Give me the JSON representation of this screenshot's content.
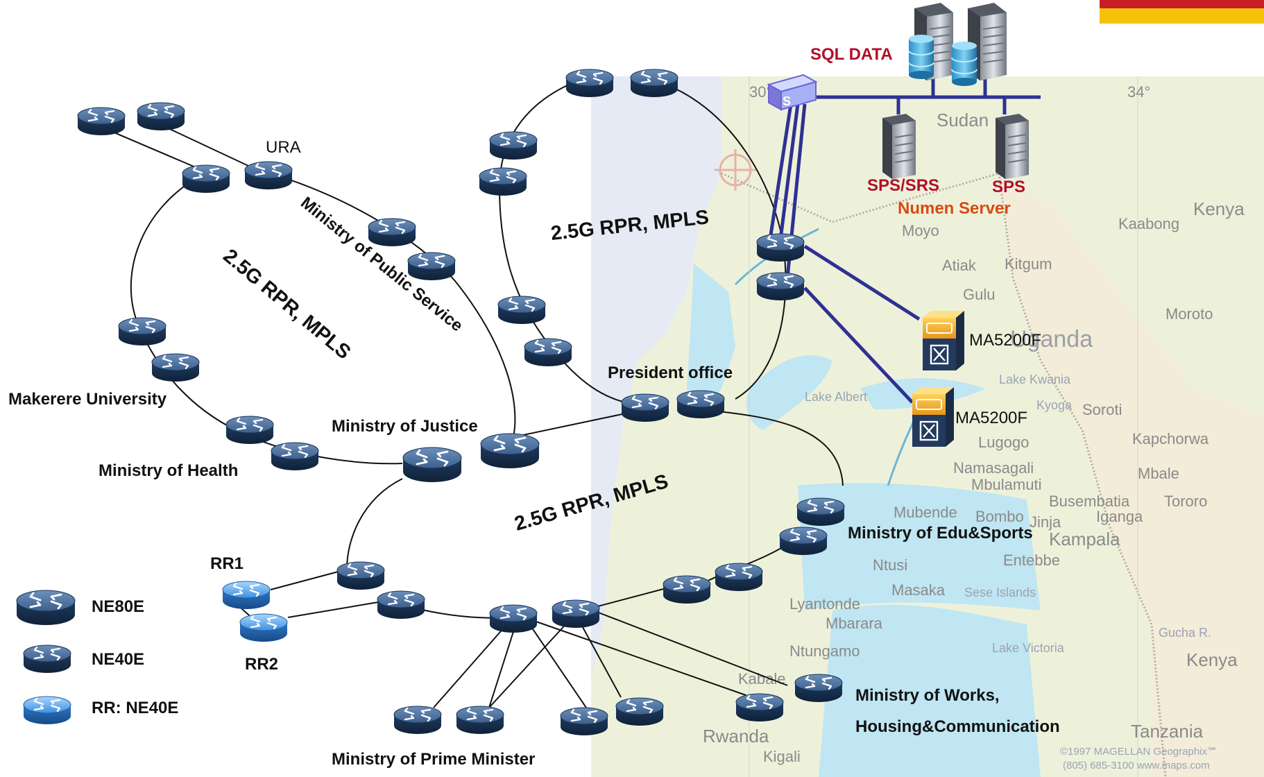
{
  "ring_labels": {
    "left": "2.5G RPR, MPLS",
    "upper": "2.5G RPR, MPLS",
    "lower": "2.5G RPR, MPLS"
  },
  "sites": {
    "ura": "URA",
    "public_service": "Ministry of Public Service",
    "makerere": "Makerere University",
    "health": "Ministry of Health",
    "justice": "Ministry of Justice",
    "president": "President office",
    "edu_sports": "Ministry of Edu&Sports",
    "works_line1": "Ministry of Works,",
    "works_line2": "Housing&Communication",
    "prime_minister": "Ministry of Prime Minister",
    "rr1": "RR1",
    "rr2": "RR2"
  },
  "servers": {
    "sql_data": "SQL DATA",
    "sps_srs": "SPS/SRS",
    "sps": "SPS",
    "numen": "Numen Server",
    "ma5200f_1": "MA5200F",
    "ma5200f_2": "MA5200F",
    "switch_glyph": "S"
  },
  "legend": {
    "ne80e": "NE80E",
    "ne40e": "NE40E",
    "rr": "RR: NE40E"
  },
  "map_labels": {
    "sudan": "Sudan",
    "kenya_n": "Kenya",
    "kenya_s": "Kenya",
    "tanzania": "Tanzania",
    "rwanda": "Rwanda",
    "kigali": "Kigali",
    "moyo": "Moyo",
    "atiak": "Atiak",
    "kitgum": "Kitgum",
    "gulu": "Gulu",
    "kaabong": "Kaabong",
    "moroto": "Moroto",
    "soroti": "Soroti",
    "kapchorwa": "Kapchorwa",
    "mbale": "Mbale",
    "tororo": "Tororo",
    "mubende": "Mubende",
    "bombo": "Bombo",
    "jinja": "Jinja",
    "iganga": "Iganga",
    "busembatia": "Busembatia",
    "namasagali": "Namasagali",
    "mbulamuti": "Mbulamuti",
    "lugogo": "Lugogo",
    "masaka": "Masaka",
    "sese": "Sese Islands",
    "entebbe": "Entebbe",
    "ntusi": "Ntusi",
    "kampala": "Kampala",
    "lyantonde": "Lyantonde",
    "mbarara": "Mbarara",
    "ntungamo": "Ntungamo",
    "kabale": "Kabale",
    "gucha": "Gucha R.",
    "lake_victoria": "Lake Victoria",
    "lake_kwania": "Lake Kwania",
    "lake_kyoga": "Kyoga",
    "lake_albert": "Lake Albert",
    "uganda": "Uganda",
    "copyright1": "©1997 MAGELLAN Geographix℠",
    "copyright2": "(805) 685-3100  www.maps.com",
    "deg30": "30°",
    "deg34": "34°"
  },
  "colors": {
    "map_land": "#eef1da",
    "map_land_east": "#f3ecd8",
    "map_water": "#bfe6f2",
    "map_west": "#e6eaf4",
    "router_body": "#24466f",
    "rr_body": "#3d87d6",
    "link_blue": "#2e3192",
    "banner_red": "#c81d25",
    "banner_yellow": "#f4c20d"
  }
}
